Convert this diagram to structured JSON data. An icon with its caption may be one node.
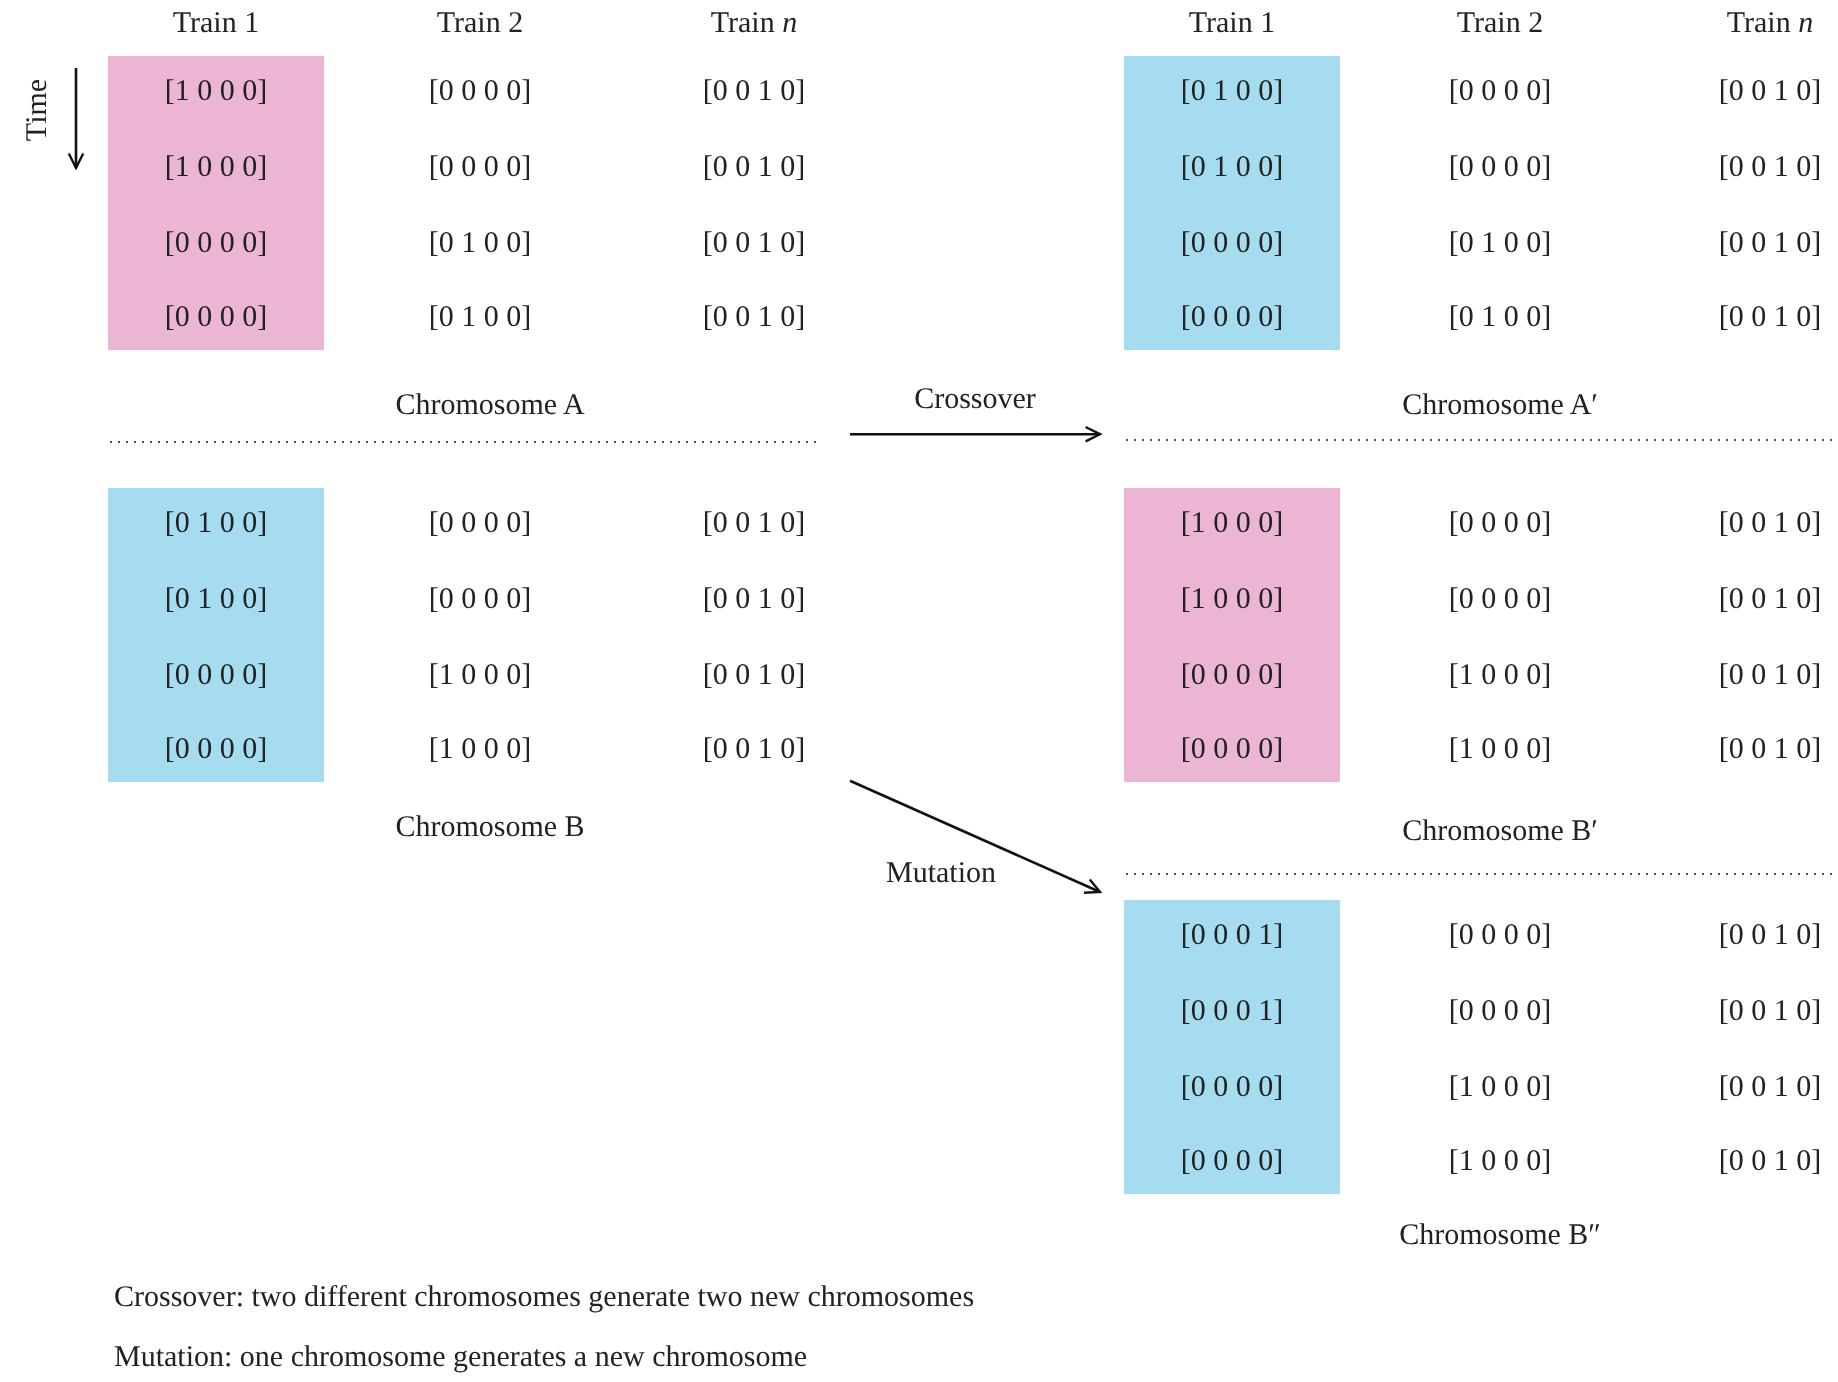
{
  "diagram": {
    "nodes": [
      {
        "text": [
          "[0 0 0 0]",
          "[0 0 0 0]",
          "[0 1 0 0]",
          "[0 1 0 0]",
          "[0 0 1 0]",
          "[0 0 1 0]",
          "[0 0 1 0]",
          "[0 0 1 0]",
          "Chromosome A"
        ]
      },
      {
        "text": [
          "[1 0 0 0]",
          "[1 0 0 0]",
          "[0 0 0 0]",
          "[0 0 0 0]"
        ],
        "in": 0
      },
      {
        "text": [
          "[0 0 0 0]",
          "[0 0 0 0]",
          "[0 1 0 0]",
          "[0 1 0 0]",
          "[0 0 1 0]",
          "[0 0 1 0]",
          "[0 0 1 0]",
          "[0 0 1 0]",
          "Chromosome A′"
        ]
      },
      {
        "text": [
          "[0 1 0 0]",
          "[0 1 0 0]",
          "[0 0 0 0]",
          "[0 0 0 0]"
        ],
        "in": 2
      },
      {
        "text": [
          "[0 0 0 0]",
          "[0 0 0 0]",
          "[1 0 0 0]",
          "[1 0 0 0]",
          "[0 0 1 0]",
          "[0 0 1 0]",
          "[0 0 1 0]",
          "[0 0 1 0]",
          "Chromosome B"
        ]
      },
      {
        "text": [
          "[0 1 0 0]",
          "[0 1 0 0]",
          "[0 0 0 0]",
          "[0 0 0 0]"
        ],
        "in": 4
      },
      {
        "text": [
          "[0 0 0 0]",
          "[0 0 0 0]",
          "[1 0 0 0]",
          "[1 0 0 0]",
          "[0 0 1 0]",
          "[0 0 1 0]",
          "[0 0 1 0]",
          "[0 0 1 0]",
          "Chromosome B′"
        ]
      },
      {
        "text": [
          "[1 0 0 0]",
          "[1 0 0 0]",
          "[0 0 0 0]",
          "[0 0 0 0]"
        ],
        "in": 6
      },
      {
        "text": [
          "[0 0 0 0]",
          "[0 0 0 0]",
          "[1 0 0 0]",
          "[1 0 0 0]",
          "[0 0 1 0]",
          "[0 0 1 0]",
          "[0 0 1 0]",
          "[0 0 1 0]",
          "Chromosome B″"
        ]
      },
      {
        "text": [
          "[0 0 0 1]",
          "[0 0 0 1]",
          "[0 0 0 0]",
          "[0 0 0 0]"
        ],
        "in": 8
      }
    ],
    "edges": [
      {
        "from": 0,
        "to": 2,
        "arrow": "to",
        "label": "Crossover"
      },
      {
        "from": 4,
        "to": 8,
        "arrow": "to",
        "label": "Mutation"
      }
    ],
    "labels": [
      "Time",
      "Train 1",
      "Train 2",
      "Train *n*",
      "Train 1",
      "Train 2",
      "Train *n*",
      "Crossover: two different chromosomes generate two new chromosomes",
      "Mutation: one chromosome generates a new chromosome"
    ]
  }
}
